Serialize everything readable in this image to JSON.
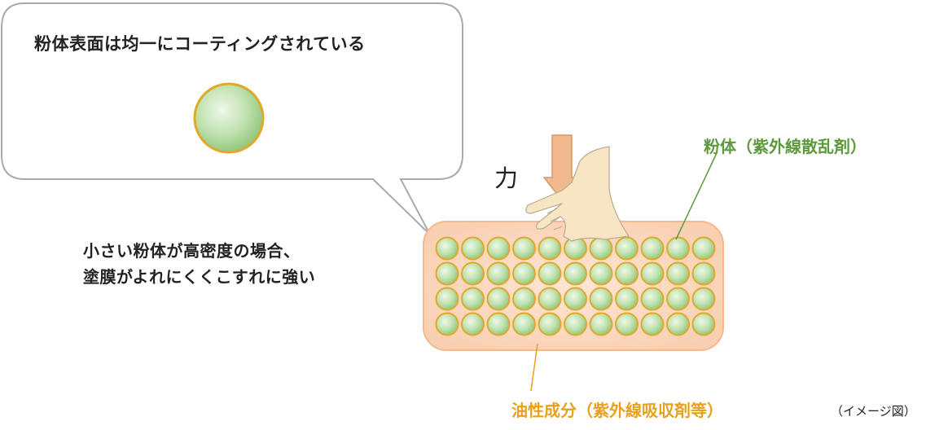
{
  "bubble": {
    "title": "粉体表面は均一にコーティングされている"
  },
  "description": {
    "line1": "小さい粉体が高密度の場合、",
    "line2": "塗膜がよれにくくこすれに強い"
  },
  "force_label": "力",
  "labels": {
    "powder": "粉体（紫外線散乱剤）",
    "oil": "油性成分（紫外線吸収剤等）"
  },
  "caption": "（イメージ図）",
  "grid": {
    "rows": 4,
    "cols": 11
  },
  "colors": {
    "text": "#222222",
    "powder_label": "#5e9a3d",
    "oil_label": "#e8a11c",
    "particle_fill": "#b7dba4",
    "particle_border": "#e0a92a",
    "oil_fill": "#fad2b6",
    "oil_border": "#f3b98f",
    "hand": "#f7e5c3",
    "arrow": "#f0b98e"
  },
  "icons": [
    "hand-icon",
    "down-arrow-icon",
    "particle-icon"
  ]
}
